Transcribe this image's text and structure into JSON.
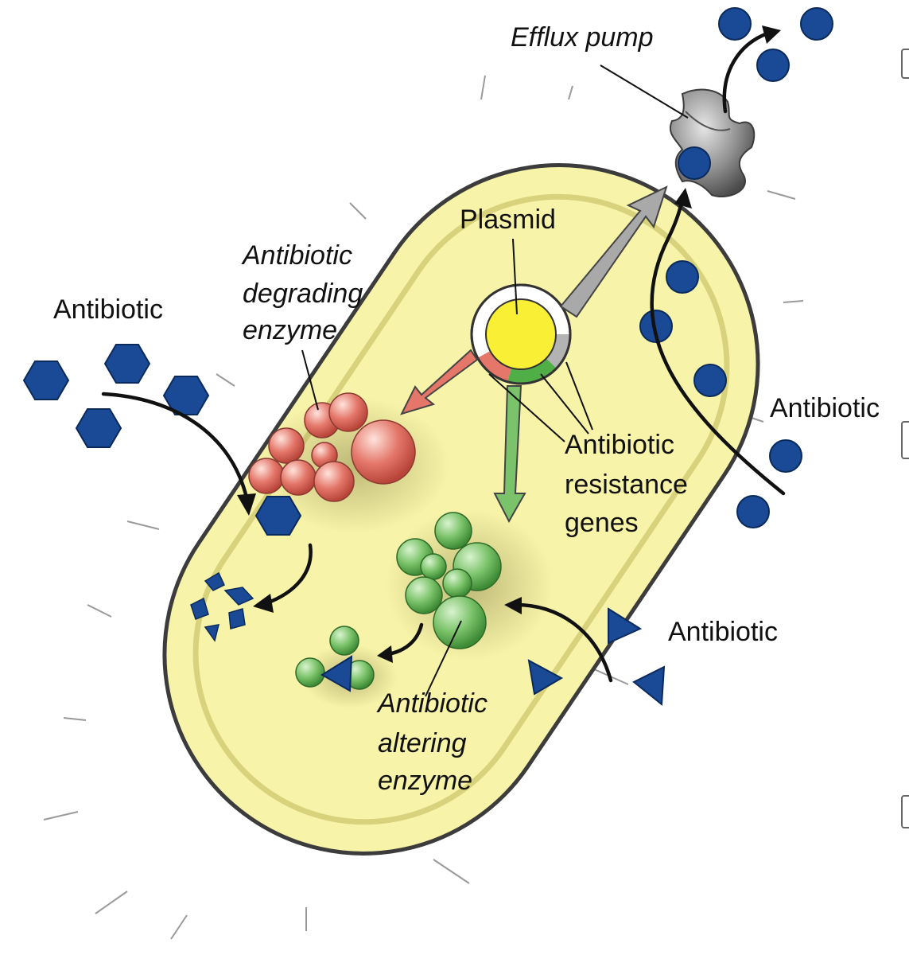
{
  "labels": {
    "efflux_pump": "Efflux pump",
    "plasmid": "Plasmid",
    "degrading_enzyme": [
      "Antibiotic",
      "degrading",
      "enzyme"
    ],
    "resistance_genes": [
      "Antibiotic",
      "resistance",
      "genes"
    ],
    "altering_enzyme": [
      "Antibiotic",
      "altering",
      "enzyme"
    ],
    "antibiotic_left": "Antibiotic",
    "antibiotic_right": "Antibiotic",
    "antibiotic_lower_right": "Antibiotic"
  },
  "colors": {
    "cell_fill": "#F7F3A8",
    "cell_outline": "#3c3c3c",
    "inner_membrane": "#D8D27C",
    "antibiotic_blue": "#1A4A96",
    "degrading_enzyme": "#E4776A",
    "altering_enzyme": "#7BC36A",
    "plasmid": "#F9F036",
    "pump": "#8E8E8E"
  },
  "icons": {
    "hexagon": "antibiotic-hexagon-icon",
    "circle": "antibiotic-circle-icon",
    "triangle": "antibiotic-triangle-icon"
  }
}
